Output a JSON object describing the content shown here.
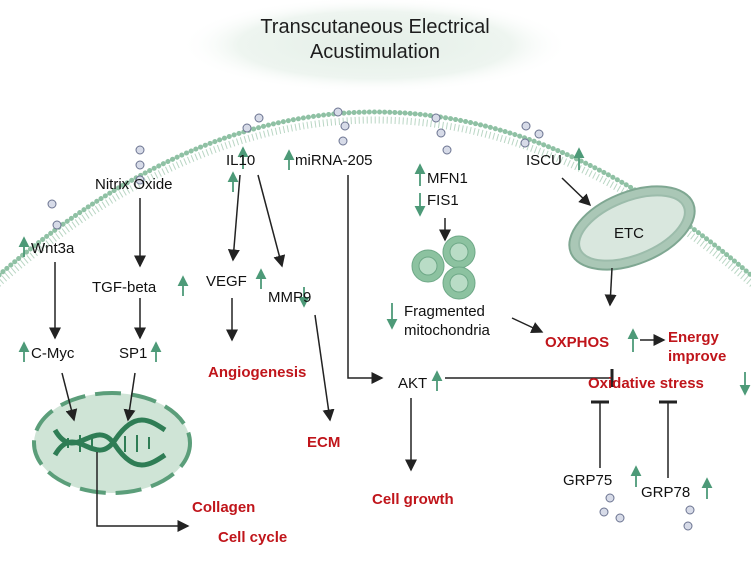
{
  "title": {
    "line1": "Transcutaneous Electrical",
    "line2": "Acustimulation"
  },
  "nodes": {
    "wnt3a": "Wnt3a",
    "cmyc": "C-Myc",
    "nitrix_oxide": "Nitrix Oxide",
    "tgf_beta": "TGF-beta",
    "sp1": "SP1",
    "il10": "IL10",
    "vegf": "VEGF",
    "mmp9": "MMP9",
    "mirna205": "miRNA-205",
    "akt": "AKT",
    "mfn1": "MFN1",
    "fis1": "FIS1",
    "fragmented1": "Fragmented",
    "fragmented2": "mitochondria",
    "iscu": "ISCU",
    "etc": "ETC",
    "grp75": "GRP75",
    "grp78": "GRP78"
  },
  "outcomes": {
    "angiogenesis": "Angiogenesis",
    "ecm": "ECM",
    "cell_growth": "Cell growth",
    "collagen": "Collagen",
    "cell_cycle": "Cell cycle",
    "oxphos": "OXPHOS",
    "energy1": "Energy",
    "energy2": "improve",
    "oxidative_stress": "Oxidative stress"
  },
  "colors": {
    "up_down_arrow": "#4d9a78",
    "outcome_text": "#c0151b",
    "membrane": "#8fc1a4"
  }
}
